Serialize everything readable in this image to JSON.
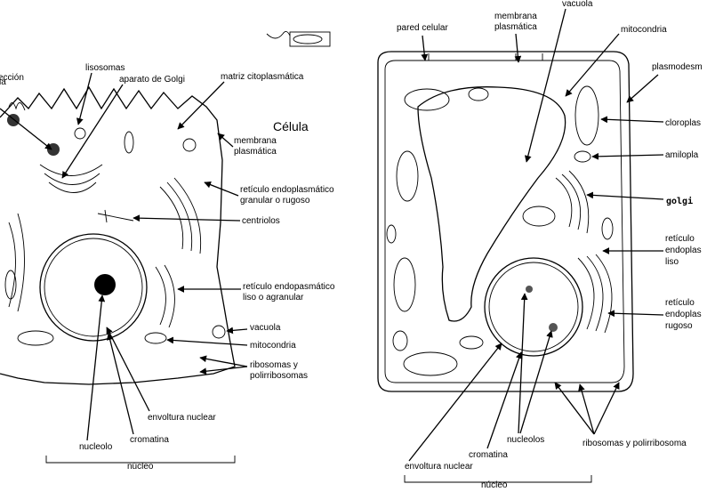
{
  "animal": {
    "title": "Célula",
    "labels": {
      "frag_secrecion": "ección",
      "frag_top": "la",
      "lisosomas": "lisosomas",
      "golgi": "aparato de Golgi",
      "matriz": "matriz citoplasmática",
      "membrana_1": "membrana",
      "membrana_2": "plasmática",
      "reticulo_g1": "retículo endoplasmático",
      "reticulo_g2": "granular o rugoso",
      "centriolos": "centriolos",
      "reticulo_l1": "retículo endopasmático",
      "reticulo_l2": "liso o agranular",
      "vacuola": "vacuola",
      "mitocondria": "mitocondria",
      "ribosomas_1": "ribosomas y",
      "ribosomas_2": "polirribosomas",
      "envoltura": "envoltura nuclear",
      "cromatina": "cromatina",
      "nucleolo": "nucleolo",
      "nucleo": "núcleo"
    }
  },
  "plant": {
    "labels": {
      "pared": "pared celular",
      "membrana_1": "membrana",
      "membrana_2": "plasmática",
      "vacuola": "vacuola",
      "mitocondria": "mitocondria",
      "plasmodesmo": "plasmodesm",
      "cloroplasto": "cloroplas",
      "amiloplasto": "amilopla",
      "golgi": "golgi",
      "ret_liso_1": "retículo",
      "ret_liso_2": "endoplas",
      "ret_liso_3": "liso",
      "ret_rug_1": "retículo",
      "ret_rug_2": "endoplas",
      "ret_rug_3": "rugoso",
      "nucleolos": "nucleolos",
      "ribosomas": "ribosomas y polirribosoma",
      "cromatina": "cromatina",
      "envoltura": "envoltura nuclear",
      "nucleo": "núcleo"
    }
  }
}
